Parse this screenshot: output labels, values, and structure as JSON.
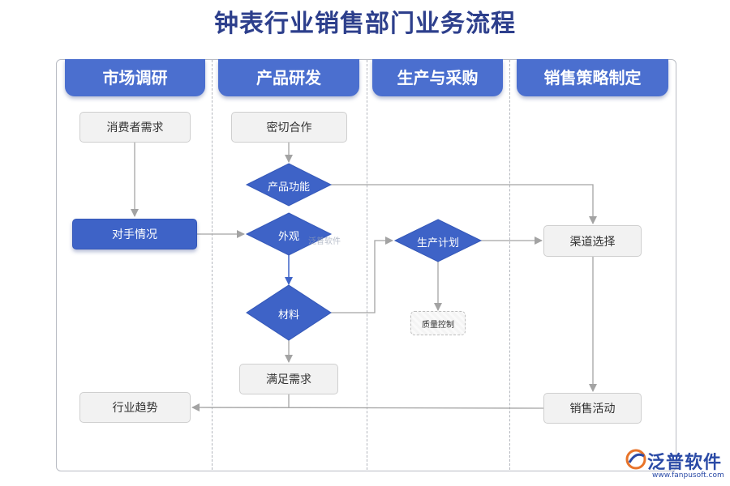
{
  "title": "钟表行业销售部门业务流程",
  "lanes": [
    {
      "label": "市场调研"
    },
    {
      "label": "产品研发"
    },
    {
      "label": "生产与采购"
    },
    {
      "label": "销售策略制定"
    }
  ],
  "nodes": {
    "consumer_demand": "消费者需求",
    "competitor": "对手情况",
    "industry_trend": "行业趋势",
    "cooperation": "密切合作",
    "product_function": "产品功能",
    "appearance": "外观",
    "material": "材料",
    "meet_demand": "满足需求",
    "production_plan": "生产计划",
    "quality_control": "质量控制",
    "channel_selection": "渠道选择",
    "sales_activity": "销售活动"
  },
  "watermark": "泛普软件",
  "logo": {
    "name": "泛普软件",
    "url": "www.fanpusoft.com"
  },
  "colors": {
    "lane_header": "#4b6fcf",
    "diamond": "#3e63c7",
    "arrow": "#a3a3a3",
    "title": "#2d3f8c"
  }
}
